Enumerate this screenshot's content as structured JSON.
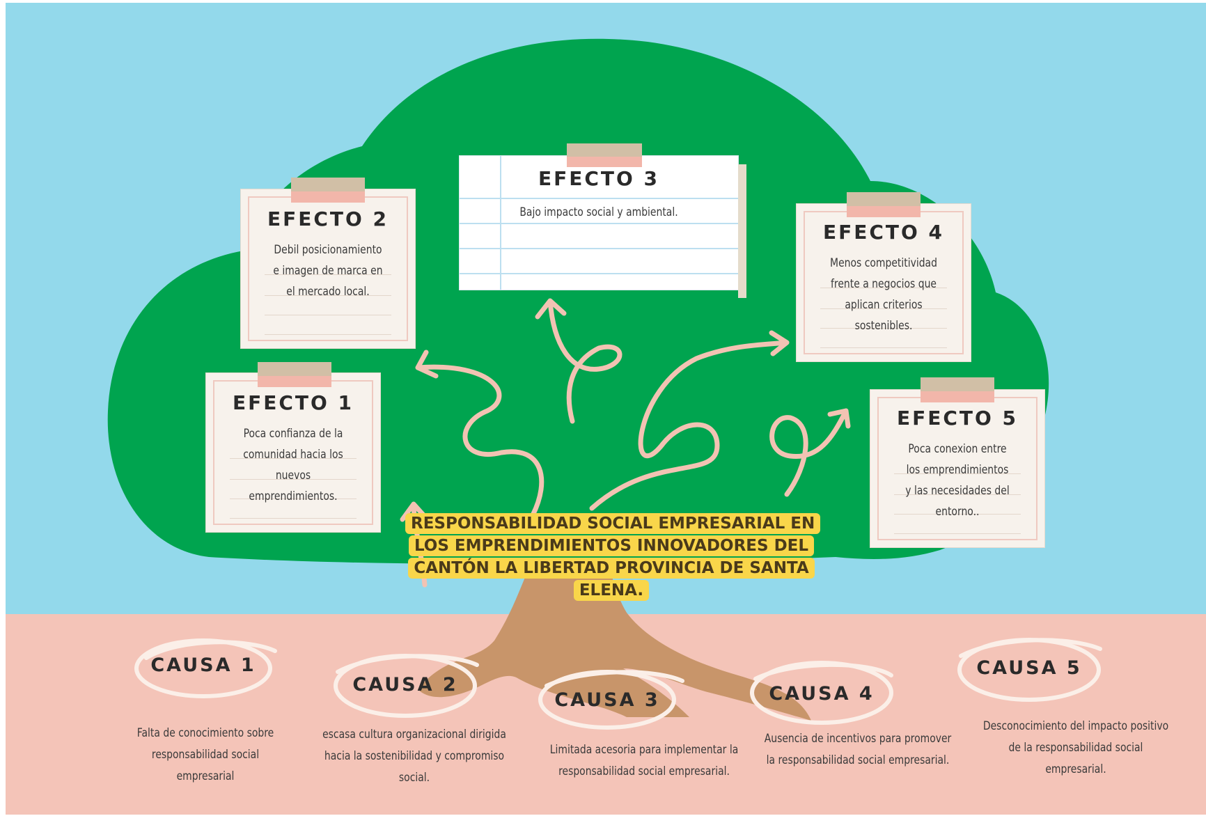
{
  "title": "RESPONSABILIDAD SOCIAL EMPRESARIAL EN LOS EMPRENDIMIENTOS INNOVADORES DEL CANTÓN LA LIBERTAD PROVINCIA DE SANTA ELENA.",
  "effects": [
    {
      "title": "EFECTO 1",
      "text": "Poca confianza de la comunidad hacia los nuevos emprendimientos."
    },
    {
      "title": "EFECTO 2",
      "text": "Debil posicionamiento e imagen de marca en el mercado local."
    },
    {
      "title": "EFECTO 3",
      "text": "Bajo impacto social y ambiental."
    },
    {
      "title": "EFECTO 4",
      "text": "Menos competitividad frente a negocios que aplican criterios sostenibles."
    },
    {
      "title": "EFECTO 5",
      "text": "Poca conexion entre los emprendimientos y las necesidades del entorno.."
    }
  ],
  "causes": [
    {
      "title": "CAUSA 1",
      "text": "Falta de conocimiento sobre responsabilidad social empresarial"
    },
    {
      "title": "CAUSA 2",
      "text": "escasa cultura organizacional dirigida hacia la sostenibilidad y compromiso social."
    },
    {
      "title": "CAUSA 3",
      "text": "Limitada acesoria para implementar la responsabilidad social empresarial."
    },
    {
      "title": "CAUSA 4",
      "text": "Ausencia de incentivos para promover la responsabilidad social empresarial."
    },
    {
      "title": "CAUSA 5",
      "text": "Desconocimiento del impacto positivo de la responsabilidad social empresarial."
    }
  ],
  "colors": {
    "sky": "#93d9eb",
    "foliage": "#00a44f",
    "trunk": "#c8956a",
    "ground": "#f4c4b8",
    "arrow": "#f2c3b3",
    "note": "#f7f2ec",
    "title_highlight": "#f9d64a"
  }
}
